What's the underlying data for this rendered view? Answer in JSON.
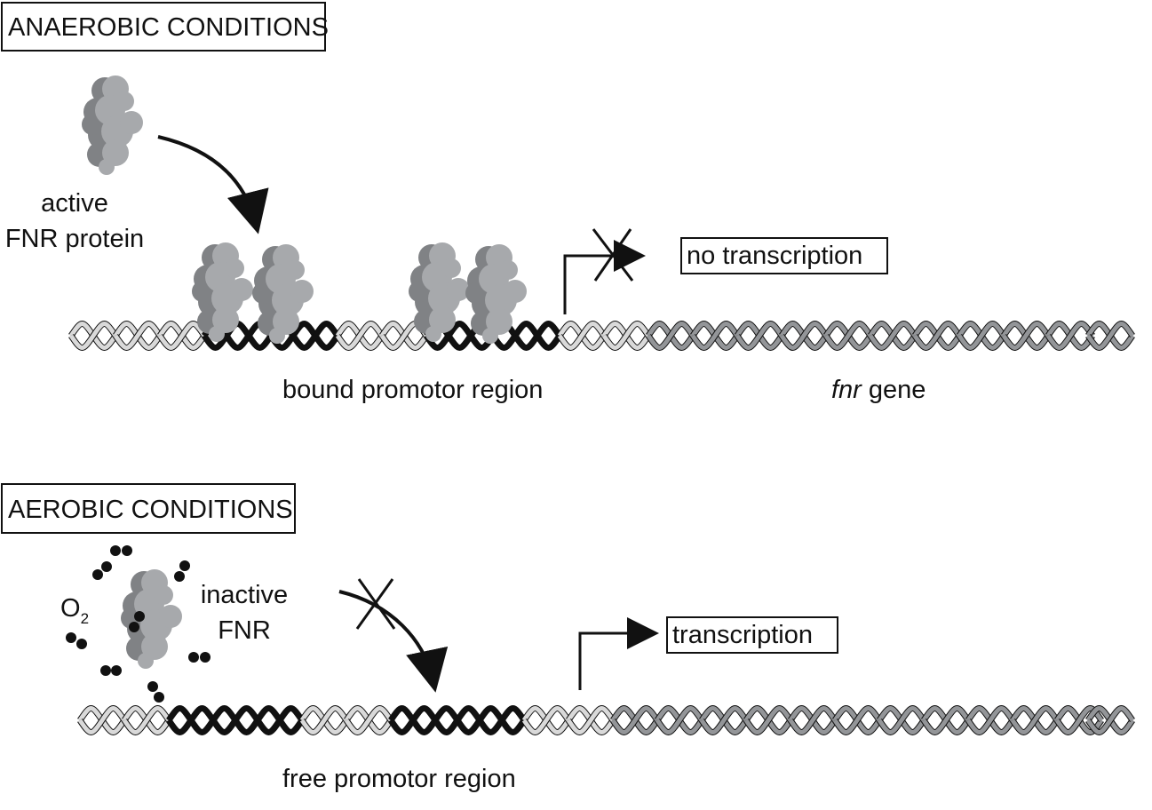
{
  "anaerobic": {
    "header": "ANAEROBIC CONDITIONS",
    "protein_line1": "active",
    "protein_line2": "FNR protein",
    "outcome": "no transcription",
    "region_label": "bound promotor region",
    "gene_label_italic": "fnr",
    "gene_label_rest": " gene"
  },
  "aerobic": {
    "header": "AEROBIC CONDITIONS",
    "oxygen_label": "O",
    "oxygen_subscript": "2",
    "protein_line1": "inactive",
    "protein_line2": "FNR",
    "outcome": "transcription",
    "region_label": "free promotor region"
  },
  "colors": {
    "protein_light": "#a7a9ac",
    "protein_dark": "#808285",
    "dna_light": "#d9d9d9",
    "dna_gene": "#939598",
    "dna_promoter": "#111111",
    "oxygen": "#111111"
  }
}
